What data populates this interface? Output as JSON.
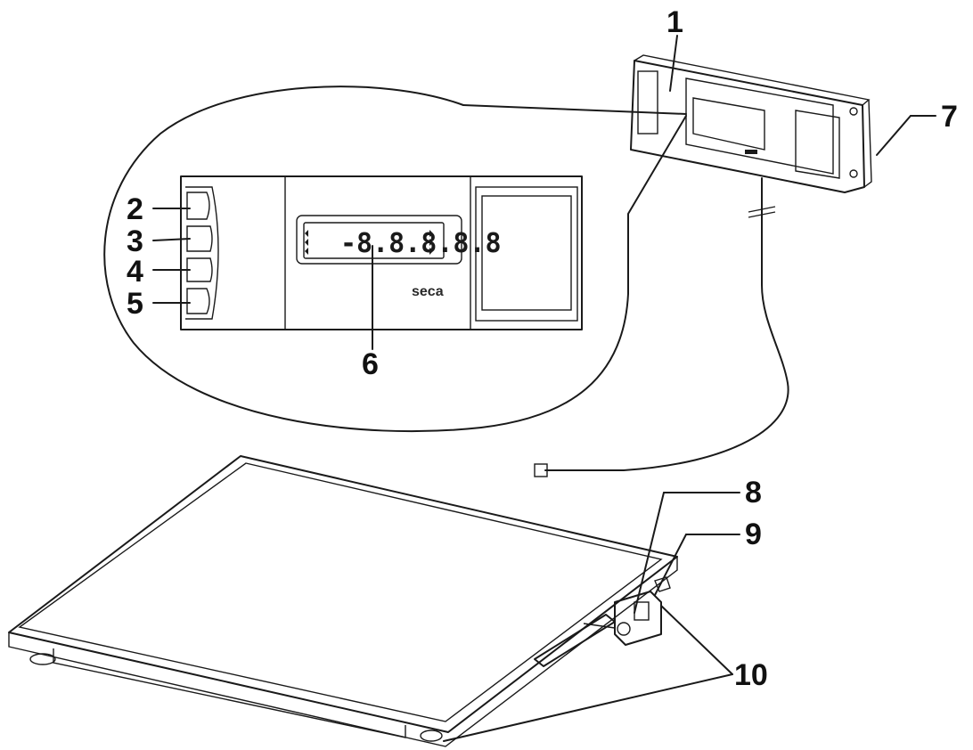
{
  "figure": {
    "callouts": {
      "c1": "1",
      "c2": "2",
      "c3": "3",
      "c4": "4",
      "c5": "5",
      "c6": "6",
      "c7": "7",
      "c8": "8",
      "c9": "9",
      "c10": "10"
    },
    "display_readout": "-8.8.8.8.8",
    "brand_text": "seca"
  },
  "colors": {
    "line": "#1a1a1a",
    "background": "#ffffff",
    "panel_shade": "#e8e8e8"
  }
}
